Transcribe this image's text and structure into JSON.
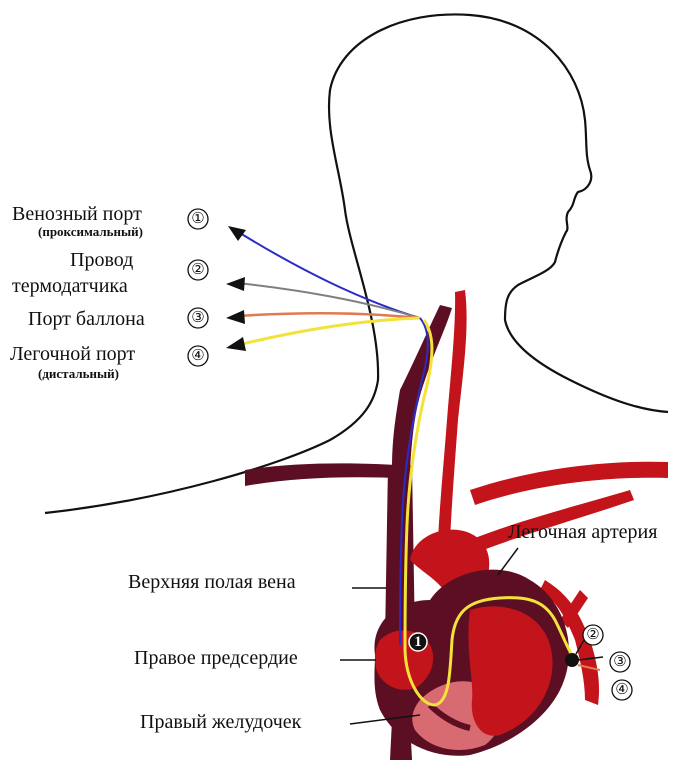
{
  "ports": [
    {
      "title": "Венозный порт",
      "subtitle": "(проксимальный)",
      "number": "①",
      "color": "#2b2bc8"
    },
    {
      "title": "Провод",
      "title2": "термодатчика",
      "number": "②",
      "color": "#7f7f7f"
    },
    {
      "title": "Порт баллона",
      "number": "③",
      "color": "#e07a50"
    },
    {
      "title": "Легочной порт",
      "subtitle": "(дистальный)",
      "number": "④",
      "color": "#f2e23a"
    }
  ],
  "anatomy": {
    "pulmonary_artery": "Легочная артерия",
    "superior_vena_cava": "Верхняя полая вена",
    "right_atrium": "Правое предсердие",
    "right_ventricle": "Правый желудочек"
  },
  "tip_numbers": [
    "②",
    "③",
    "④"
  ],
  "inner_marker": "1",
  "colors": {
    "vein": "#5c0f22",
    "artery": "#c4141b",
    "heart_wall": "#d86a72",
    "outline": "#111111"
  }
}
